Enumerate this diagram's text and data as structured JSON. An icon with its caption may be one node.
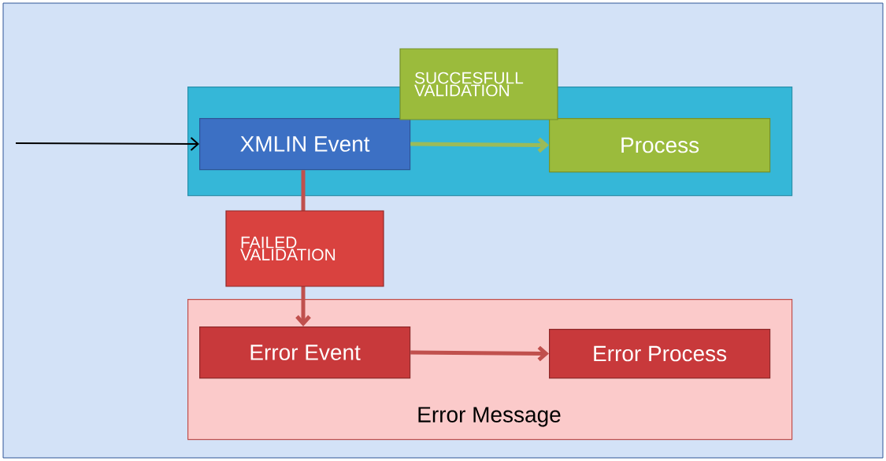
{
  "diagram": {
    "nodes": [
      {
        "text": [],
        "shape": "box"
      },
      {
        "text": [
          "XMLIN Event"
        ],
        "in": 0
      },
      {
        "text": [
          "Process"
        ],
        "in": 0
      },
      {
        "text": [
          "Error Message"
        ]
      },
      {
        "text": [
          "Error Event"
        ],
        "in": 3
      },
      {
        "text": [
          "Error Process"
        ],
        "in": 3
      }
    ],
    "edges": [
      {
        "from": null,
        "to": 1,
        "arrow": "to",
        "color": "#000000"
      },
      {
        "from": 1,
        "to": 2,
        "arrow": "to",
        "label": "SUCCESFULL VALIDATION",
        "color": "#9bbb59"
      },
      {
        "from": 1,
        "to": 4,
        "arrow": "to",
        "label": "FAILED VALIDATION",
        "color": "#c0504d"
      },
      {
        "from": 4,
        "to": 5,
        "arrow": "to",
        "color": "#c0504d"
      }
    ]
  }
}
